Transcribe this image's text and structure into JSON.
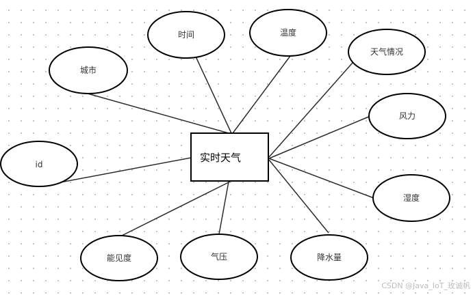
{
  "diagram": {
    "entity": {
      "label": "实时天气"
    },
    "attributes": [
      {
        "label": "城市"
      },
      {
        "label": "时间"
      },
      {
        "label": "温度"
      },
      {
        "label": "天气情况"
      },
      {
        "label": "风力"
      },
      {
        "label": "id"
      },
      {
        "label": "湿度"
      },
      {
        "label": "能见度"
      },
      {
        "label": "气压"
      },
      {
        "label": "降水量"
      }
    ]
  },
  "watermark": "CSDN @Java_IoT_玫诚帆"
}
